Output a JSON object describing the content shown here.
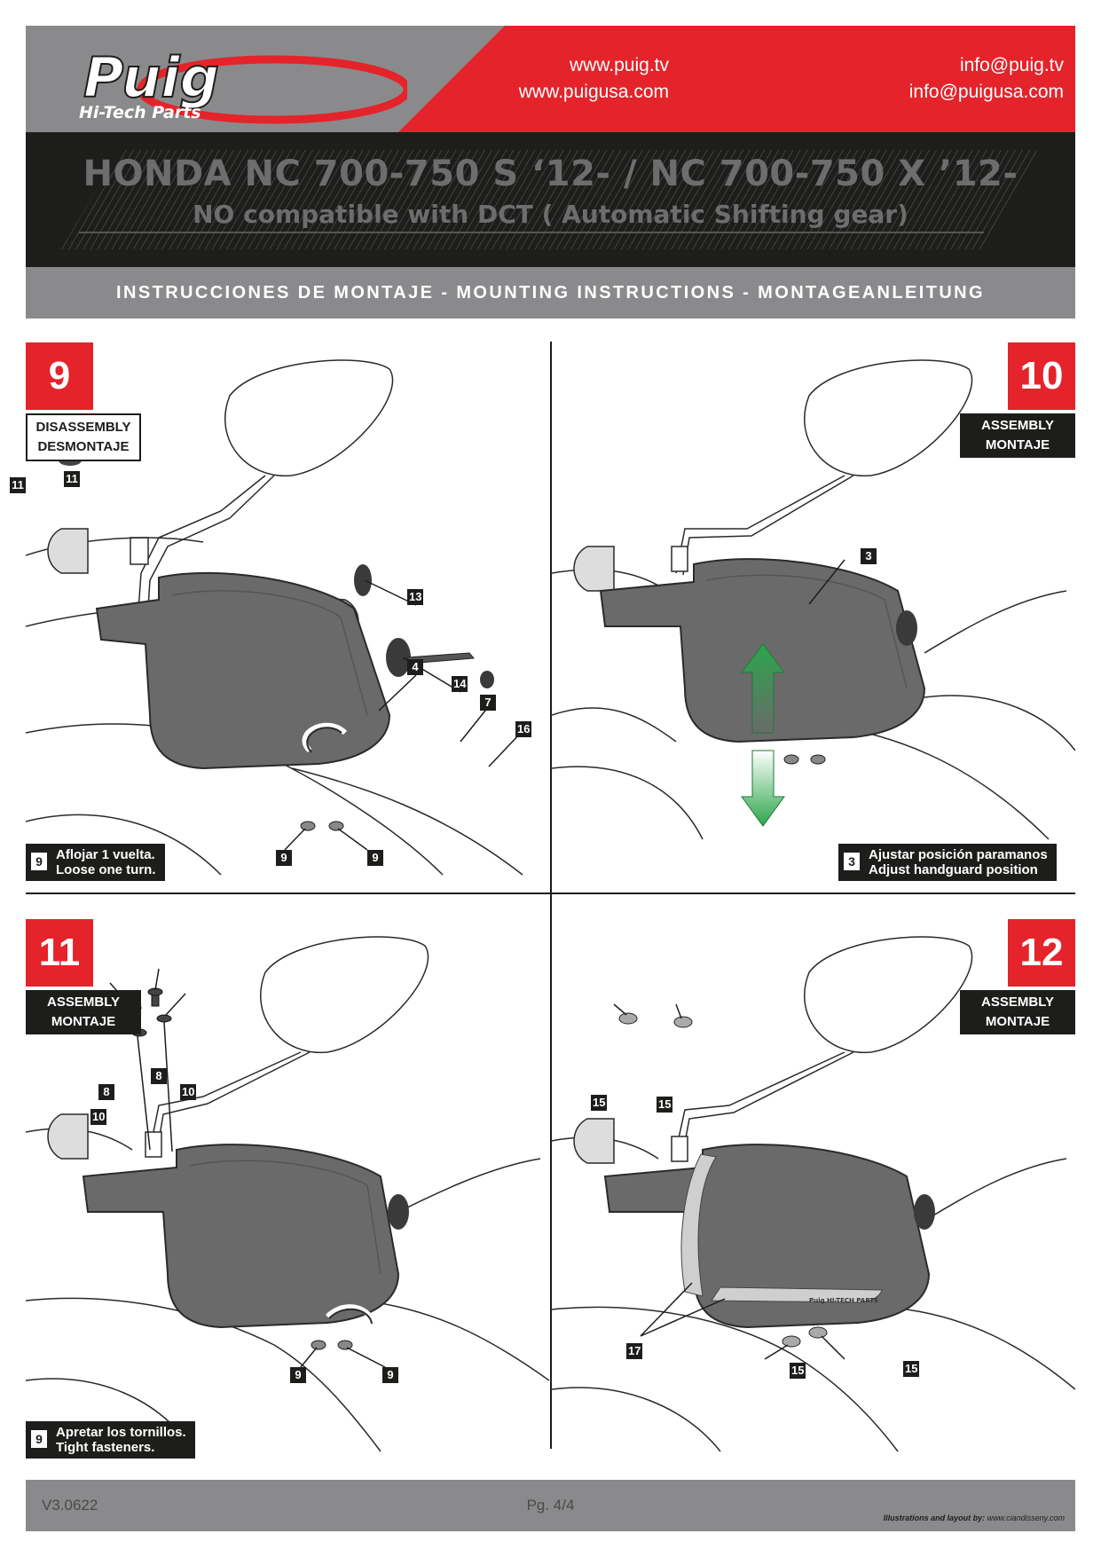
{
  "header": {
    "brand": "Puig",
    "brand_sub": "Hi-Tech Parts",
    "web": [
      "www.puig.tv",
      "www.puigusa.com"
    ],
    "email": [
      "info@puig.tv",
      "info@puigusa.com"
    ],
    "colors": {
      "red": "#e5232a",
      "grey": "#8a8a8c",
      "dark": "#1d1d1b"
    }
  },
  "title": {
    "line1": "HONDA  NC 700-750 S ‘12-  /  NC 700-750 X ’12-",
    "line2": "NO compatible with DCT ( Automatic Shifting gear)"
  },
  "instructions_band": "INSTRUCCIONES DE MONTAJE - MOUNTING INSTRUCTIONS - MONTAGEANLEITUNG",
  "steps": [
    {
      "number": "9",
      "tag": [
        "DISASSEMBLY",
        "DESMONTAJE"
      ],
      "callouts": [
        "11",
        "11",
        "13",
        "4",
        "14",
        "7",
        "16",
        "9",
        "9"
      ],
      "note": {
        "ref": "9",
        "lines": [
          "Aflojar 1 vuelta.",
          "Loose one turn."
        ]
      }
    },
    {
      "number": "10",
      "tag": [
        "ASSEMBLY",
        "MONTAJE"
      ],
      "callouts": [
        "3"
      ],
      "note": {
        "ref": "3",
        "lines": [
          "Ajustar posición paramanos",
          "Adjust handguard position"
        ]
      }
    },
    {
      "number": "11",
      "tag": [
        "ASSEMBLY",
        "MONTAJE"
      ],
      "callouts": [
        "8",
        "8",
        "10",
        "10",
        "9",
        "9"
      ],
      "note": {
        "ref": "9",
        "lines": [
          "Apretar los tornillos.",
          "Tight fasteners."
        ]
      }
    },
    {
      "number": "12",
      "tag": [
        "ASSEMBLY",
        "MONTAJE"
      ],
      "callouts": [
        "15",
        "15",
        "17",
        "15",
        "15"
      ],
      "decal": "Puig HI-TECH PARTS"
    }
  ],
  "footer": {
    "version": "V3.0622",
    "page": "Pg. 4/4",
    "credit_label": "Illustrations and layout by:",
    "credit_url": "www.ciandisseny.com"
  }
}
